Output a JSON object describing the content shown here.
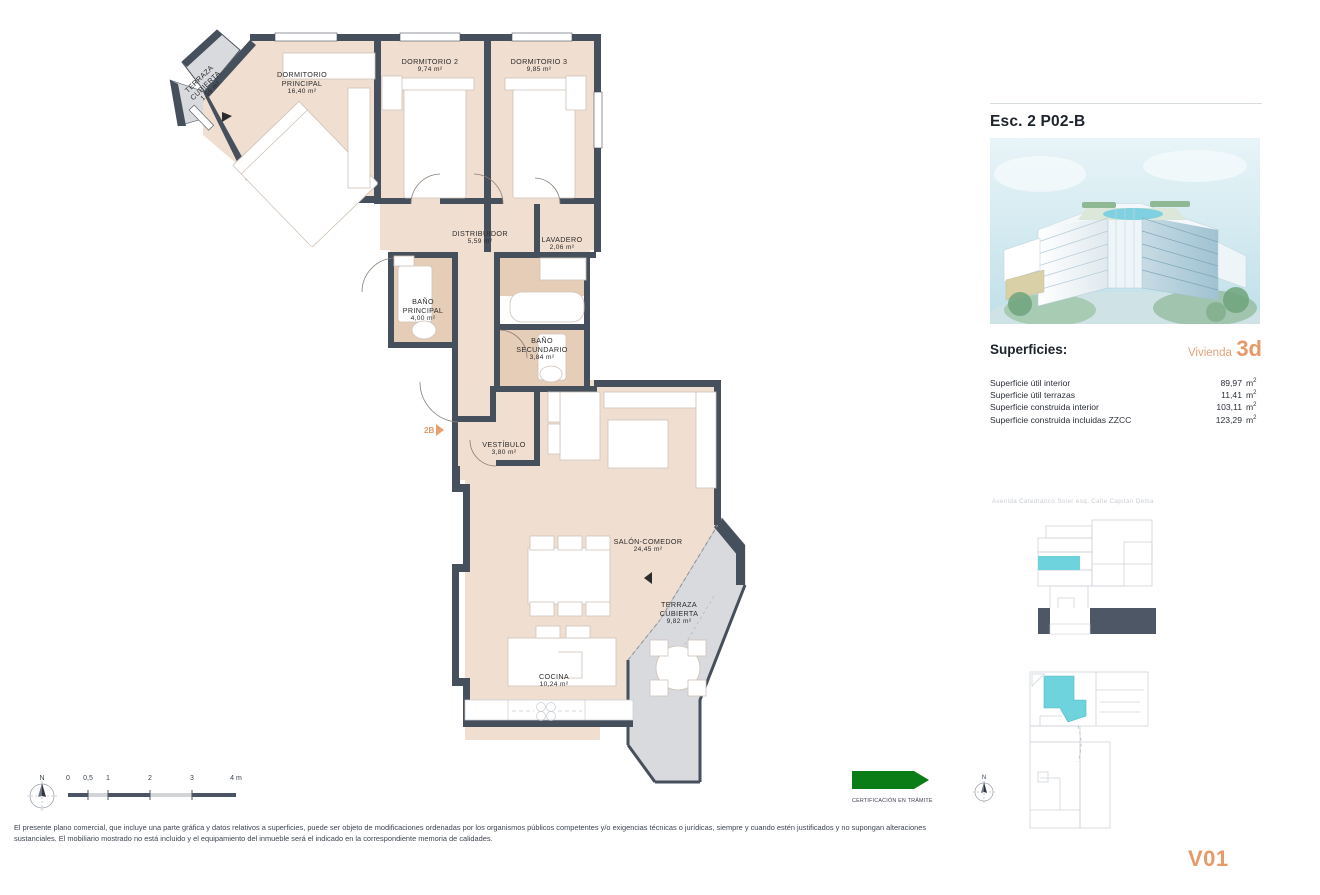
{
  "sheet": {
    "code": "V01"
  },
  "panel": {
    "title": "Esc. 2 P02-B",
    "render_alt": "building-render",
    "surfaces_heading": "Superficies:",
    "dwelling_word": "Vivienda",
    "dwelling_code": "3d",
    "surfaces": [
      {
        "label": "Superficie útil interior",
        "value": "89,97",
        "unit": "m"
      },
      {
        "label": "Superficie útil terrazas",
        "value": "11,41",
        "unit": "m"
      },
      {
        "label": "Superficie construida interior",
        "value": "103,11",
        "unit": "m"
      },
      {
        "label": "Superficie construida incluidas ZZCC",
        "value": "123,29",
        "unit": "m"
      }
    ],
    "location_caption": "Avenida Catedrático Soler esq. Calle Capitán Dema"
  },
  "plan": {
    "entrance_tag": "2B",
    "rooms": [
      {
        "id": "terraza-cubierta-dorm",
        "name": "TERRAZA\nCUBIERTA",
        "area": "1,59 m²"
      },
      {
        "id": "dormitorio-principal",
        "name": "DORMITORIO\nPRINCIPAL",
        "area": "16,40 m²"
      },
      {
        "id": "dormitorio-2",
        "name": "DORMITORIO 2",
        "area": "9,74 m²"
      },
      {
        "id": "dormitorio-3",
        "name": "DORMITORIO 3",
        "area": "9,85 m²"
      },
      {
        "id": "distribuidor",
        "name": "DISTRIBUIDOR",
        "area": "5,59 m²"
      },
      {
        "id": "lavadero",
        "name": "LAVADERO",
        "area": "2,06 m²"
      },
      {
        "id": "bano-principal",
        "name": "BAÑO\nPRINCIPAL",
        "area": "4,00 m²"
      },
      {
        "id": "bano-secundario",
        "name": "BAÑO\nSECUNDARIO",
        "area": "3,84 m²"
      },
      {
        "id": "vestibulo",
        "name": "VESTÍBULO",
        "area": "3,80 m²"
      },
      {
        "id": "salon-comedor",
        "name": "SALÓN-COMEDOR",
        "area": "24,45 m²"
      },
      {
        "id": "cocina",
        "name": "COCINA",
        "area": "10,24 m²"
      },
      {
        "id": "terraza-cubierta-salon",
        "name": "TERRAZA\nCUBIERTA",
        "area": "9,82 m²"
      }
    ]
  },
  "scale": {
    "north_letter": "N",
    "ticks": [
      "0",
      "0,5",
      "1",
      "2",
      "3",
      "4 m"
    ]
  },
  "certification": {
    "text": "CERTIFICACIÓN EN TRÁMITE",
    "color": "#0b7d16"
  },
  "disclaimer": {
    "text": "El presente plano comercial, que incluye una parte gráfica y datos relativos a superficies, puede ser objeto de modificaciones ordenadas por los organismos públicos competentes y/o exigencias técnicas o jurídicas, siempre y cuando estén justificados y no supongan alteraciones sustanciales. El mobiliario mostrado no está incluido y el equipamiento del inmueble será el indicado en la correspondiente memoria de calidades."
  },
  "colors": {
    "wall": "#464f5c",
    "room_fill": "#f0ded0",
    "wet_fill": "#e6cdb8",
    "terrace_fill": "#d9dade",
    "accent": "#e79a69",
    "highlight": "#6fd3dd"
  }
}
